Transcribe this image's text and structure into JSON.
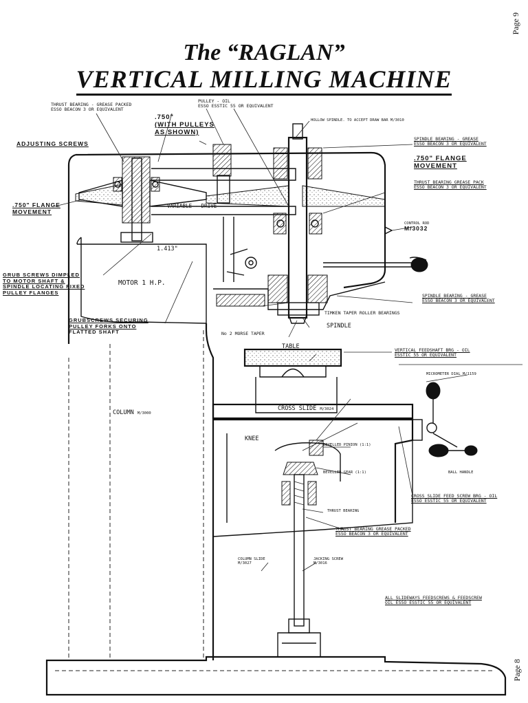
{
  "page": {
    "page_top": "Page 9",
    "page_bottom": "Page 8"
  },
  "title": {
    "line1": "The “RAGLAN”",
    "line2": "VERTICAL   MILLING   MACHINE"
  },
  "labels": {
    "thrust_bearing_top": "THRUST BEARING - GREASE PACKED",
    "thrust_bearing_top_2": "ESSO BEACON 3 OR EQUIVALENT",
    "pulley_oil": "PULLEY - OIL",
    "pulley_oil_2": "ESSO ESSTIC 55 OR EQUIVALENT",
    "dim_750": ".750\"",
    "with_pulleys": "(WITH PULLEYS",
    "as_shown": "AS SHOWN)",
    "hollow_spindle": "HOLLOW SPINDLE. TO ACCEPT DRAW BAR M/3010",
    "adjusting_screws": "ADJUSTING SCREWS",
    "spindle_bearing_top": "SPINDLE BEARING - GREASE",
    "spindle_bearing_top_2": "ESSO BEACON 3 OR EQUIVALENT",
    "flange_right": ".750\" FLANGE",
    "movement_right": "MOVEMENT",
    "thrust_bearing_right": "THRUST BEARING GREASE PACK",
    "thrust_bearing_right_2": "ESSO BEACON 3 OR EQUIVALENT",
    "flange_left": ".750\" FLANGE",
    "movement_left": "MOVEMENT",
    "variable_drive": "VARIABLE - DRIVE",
    "control_rod": "CONTROL ROD",
    "control_rod_no": "M/3032",
    "dim_1413": "1.413\"",
    "grub_screws": "GRUB SCREWS DIMPLED",
    "grub_screws_2": "TO MOTOR SHAFT &",
    "grub_screws_3": "SPINDLE LOCATING FIXED",
    "grub_screws_4": "PULLEY FLANGES",
    "motor": "MOTOR 1 H.P.",
    "spindle_bearing_low": "SPINDLE BEARING - GREASE",
    "spindle_bearing_low_2": "ESSO BEACON 3 OR EQUIVALENT",
    "timken": "TIMKEN TAPER ROLLER BEARINGS",
    "grubscrews_securing": "GRUBSCREWS SECURING",
    "grubscrews_securing_2": "PULLEY FORKS ONTO",
    "grubscrews_securing_3": "FLATTED SHAFT",
    "spindle": "SPINDLE",
    "morse_taper": "No 2 MORSE TAPER",
    "table": "TABLE",
    "vertical_feedshaft": "VERTICAL FEEDSHAFT BRG - OIL",
    "vertical_feedshaft_2": "ESSTIC 55 OR EQUIVALENT",
    "micrometer_dial": "MICROMETER DIAL M/1159",
    "column": "COLUMN",
    "column_no": "M/3000",
    "cross_slide": "CROSS SLIDE",
    "cross_slide_no": "M/3024",
    "knee": "KNEE",
    "bevelled_pinion": "BEVELLED PINION (1:1)",
    "bevelled_gear": "BEVELLED GEAR (1:1)",
    "ball_handle": "BALL HANDLE",
    "cross_slide_feed": "CROSS SLIDE FEED SCREW BRG - OIL",
    "cross_slide_feed_2": "ESSO ESSTIC 55 OR EQUIVALENT",
    "thrust_bearing_low": "THRUST BEARING",
    "thrust_bearing_pack": "THRUST BEARING GREASE PACKED",
    "thrust_bearing_pack_2": "ESSO BEACON 3 OR EQUIVALENT",
    "column_slide": "COLUMN SLIDE",
    "column_slide_no": "M/3027",
    "jacking_screw": "JACKING SCREW",
    "jacking_screw_no": "M/3016",
    "all_slideways": "ALL SLIDEWAYS FEEDSCREWS & FEEDSCREW",
    "all_slideways_2": "OIL ESSO ESSTIC 55 OR EQUIVALENT"
  }
}
